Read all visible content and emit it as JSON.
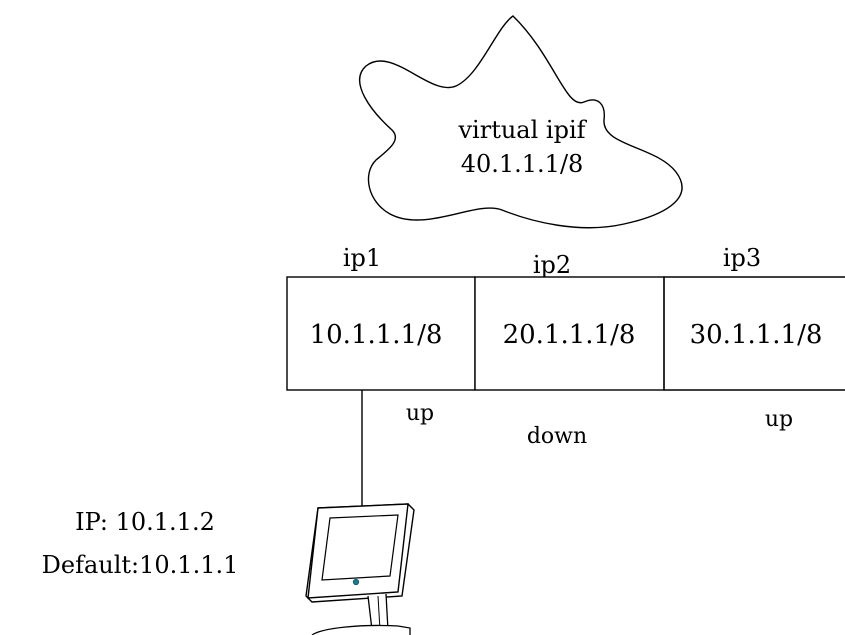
{
  "cloud": {
    "line1": "virtual ipif",
    "line2": "40.1.1.1/8"
  },
  "interfaces": [
    {
      "name": "ip1",
      "address": "10.1.1.1/8",
      "status": "up"
    },
    {
      "name": "ip2",
      "address": "20.1.1.1/8",
      "status": "down"
    },
    {
      "name": "ip3",
      "address": "30.1.1.1/8",
      "status": "up"
    }
  ],
  "host": {
    "ip_label": "IP: 10.1.1.2",
    "default_label": "Default:10.1.1.1"
  },
  "colors": {
    "line": "#000000",
    "monitor_accent": "#1a7a8a"
  }
}
